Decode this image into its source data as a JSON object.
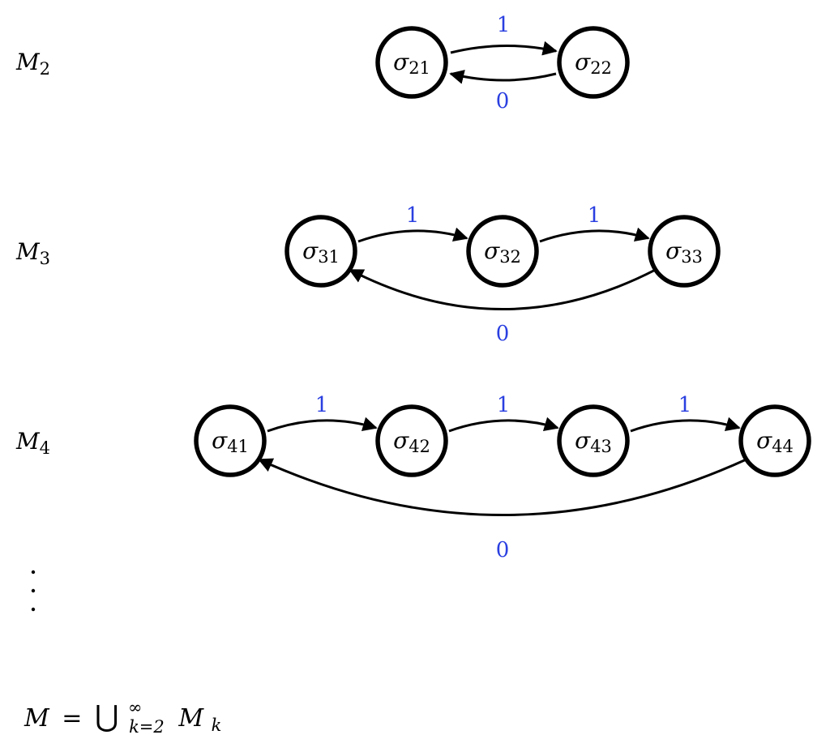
{
  "machines": [
    {
      "label": {
        "base": "M",
        "sub": "2"
      },
      "states": [
        {
          "base": "σ",
          "sub": "21"
        },
        {
          "base": "σ",
          "sub": "22"
        }
      ],
      "forward_label": "1",
      "back_label": "0"
    },
    {
      "label": {
        "base": "M",
        "sub": "3"
      },
      "states": [
        {
          "base": "σ",
          "sub": "31"
        },
        {
          "base": "σ",
          "sub": "32"
        },
        {
          "base": "σ",
          "sub": "33"
        }
      ],
      "forward_label": "1",
      "back_label": "0"
    },
    {
      "label": {
        "base": "M",
        "sub": "4"
      },
      "states": [
        {
          "base": "σ",
          "sub": "41"
        },
        {
          "base": "σ",
          "sub": "42"
        },
        {
          "base": "σ",
          "sub": "43"
        },
        {
          "base": "σ",
          "sub": "44"
        }
      ],
      "forward_label": "1",
      "back_label": "0"
    }
  ],
  "ellipsis": "⋮",
  "formula": {
    "lhs": "M",
    "eq": "=",
    "union": "⋃",
    "upper": "∞",
    "lower": "k=2",
    "rhs_base": "M",
    "rhs_sub": "k"
  },
  "colors": {
    "edge_label": "#2a3fe0",
    "node_stroke": "#000000"
  }
}
